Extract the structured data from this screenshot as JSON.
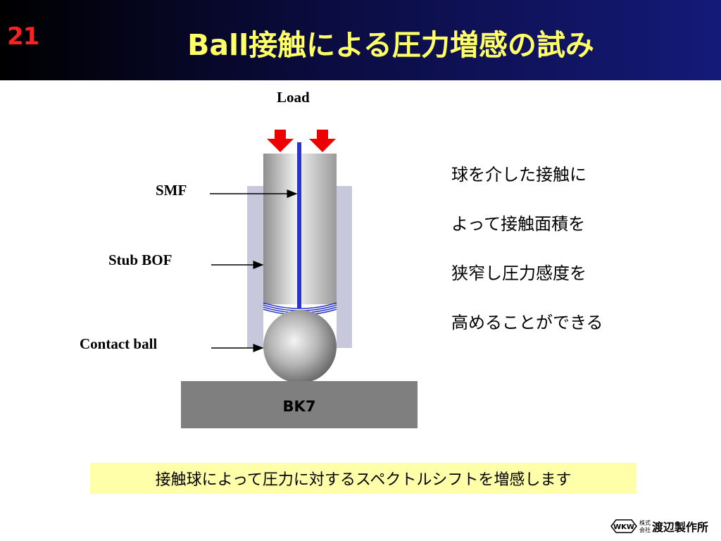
{
  "slide": {
    "number": "21",
    "title": "Ball接触による圧力増感の試み"
  },
  "diagram": {
    "load_label": "Load",
    "smf_label": "SMF",
    "stub_bof_label": "Stub BOF",
    "contact_ball_label": "Contact ball",
    "substrate_label": "BK7",
    "colors": {
      "arrow": "#ee0000",
      "fiber_core": "#2b35c8",
      "sleeve": "#c8c8dc",
      "substrate": "#7f7f7f"
    }
  },
  "explanation": {
    "lines": [
      "球を介した接触に",
      "よって接触面積を",
      "狭窄し圧力感度を",
      "高めることができる"
    ]
  },
  "summary": {
    "text": "接触球によって圧力に対するスペクトルシフトを増感します"
  },
  "logo": {
    "mark": "WKW",
    "kabushiki": "株式",
    "kaisha": "会社",
    "company": "渡辺製作所"
  }
}
